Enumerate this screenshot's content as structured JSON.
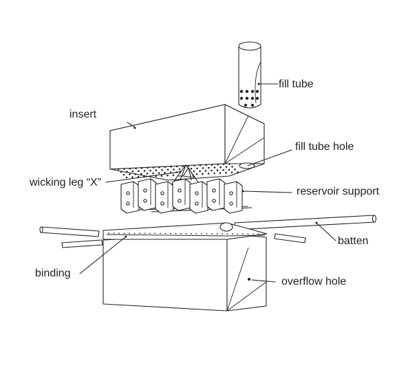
{
  "labels": {
    "fill_tube": "fill tube",
    "insert": "insert",
    "fill_tube_hole": "fill tube hole",
    "wicking_leg": "wicking leg “X”",
    "reservoir_support": "reservoir support",
    "batten": "batten",
    "binding": "binding",
    "overflow_hole": "overflow hole"
  },
  "colors": {
    "line": "#222222",
    "background": "#ffffff"
  }
}
